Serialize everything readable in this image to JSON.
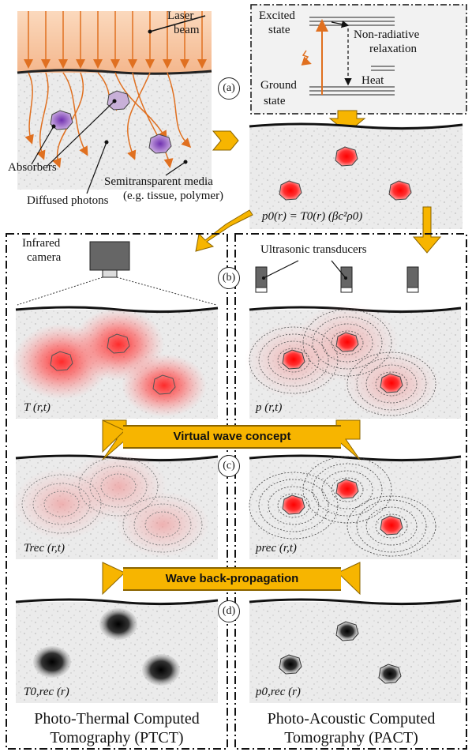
{
  "labels": {
    "laser": "Laser",
    "beam": "beam",
    "excited": "Excited",
    "excited_state": "state",
    "nonrad1": "Non-radiative",
    "nonrad2": "relaxation",
    "heat": "Heat",
    "ground": "Ground",
    "ground_state": "state",
    "absorbers": "Absorbers",
    "semi1": "Semitransparent media",
    "semi2": "(e.g. tissue, polymer)",
    "diffused": "Diffused photons",
    "p0_equation": "p0(r) = T0(r) (βc²ρ0)",
    "infrared1": "Infrared",
    "infrared2": "camera",
    "transducers": "Ultrasonic transducers",
    "T_rt": "T (r,t)",
    "p_rt": "p (r,t)",
    "Trec": "Trec (r,t)",
    "prec": "prec (r,t)",
    "T0rec": "T0,rec (r)",
    "p0rec": "p0,rec (r)"
  },
  "steps": {
    "a": "(a)",
    "b": "(b)",
    "c": "(c)",
    "d": "(d)"
  },
  "banners": {
    "virtual": "Virtual wave concept",
    "backprop": "Wave back-propagation"
  },
  "captions": {
    "ptct_line1": "Photo-Thermal Computed",
    "ptct_line2": "Tomography (PTCT)",
    "pact_line1": "Photo-Acoustic Computed",
    "pact_line2": "Tomography (PACT)"
  },
  "colors": {
    "laser": "#f08a30",
    "absorber_hot": "#ff1010",
    "absorber_purple": "#9060c0",
    "arrow_gold": "#f7b500",
    "media_bg": "#e8e8e8"
  }
}
